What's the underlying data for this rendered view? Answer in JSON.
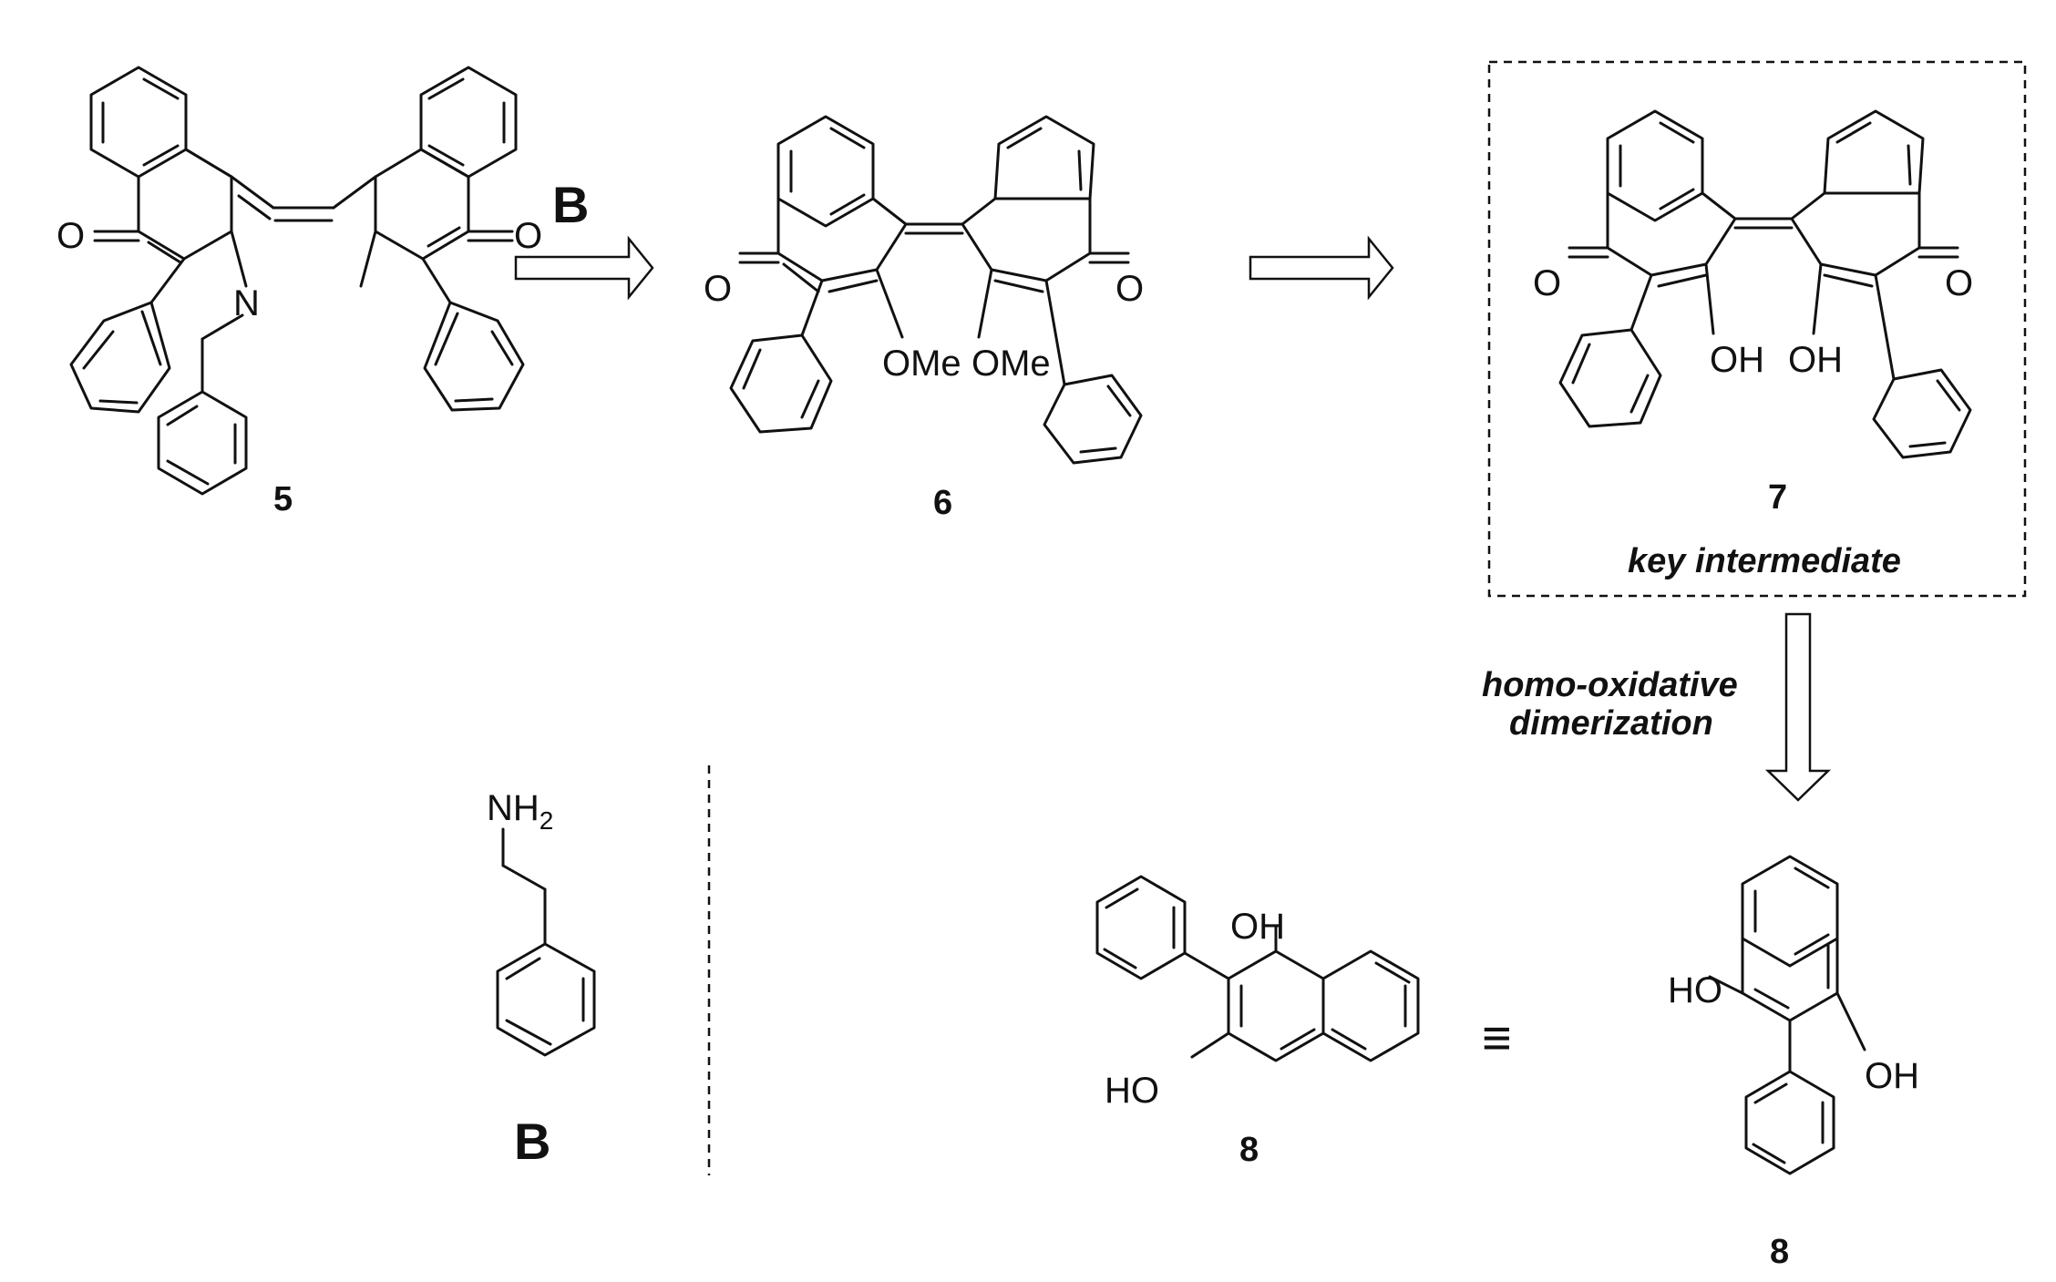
{
  "compounds": {
    "c5": {
      "label": "5"
    },
    "c6": {
      "label": "6"
    },
    "c7": {
      "label": "7",
      "note": "key intermediate"
    },
    "c8a": {
      "label": "8"
    },
    "c8b": {
      "label": "8"
    },
    "reagentB": {
      "label": "B"
    }
  },
  "atoms": {
    "oxygen": "O",
    "nitrogen": "N",
    "methoxy": "OMe",
    "hydroxyl": "OH",
    "hydroxyl_left": "HO",
    "amine_main": "NH",
    "amine_sub": "2"
  },
  "arrows": {
    "step1_reagent": "B",
    "step3_condition_line1": "homo-oxidative",
    "step3_condition_line2": "dimerization"
  },
  "equivalence_symbol": "≡",
  "colors": {
    "ink": "#111111",
    "background": "#ffffff"
  }
}
